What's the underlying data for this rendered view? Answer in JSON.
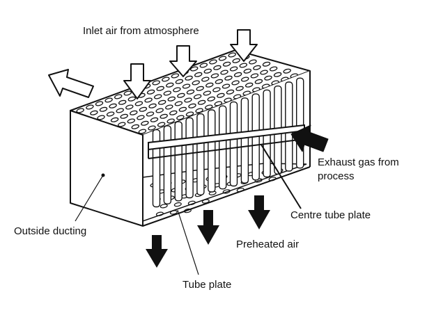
{
  "labels": {
    "inlet_air": "Inlet air from atmosphere",
    "exhaust_line1": "Exhaust gas from",
    "exhaust_line2": "process",
    "centre_tube_plate": "Centre tube plate",
    "outside_ducting": "Outside ducting",
    "preheated_air": "Preheated air",
    "tube_plate": "Tube plate"
  },
  "colors": {
    "ink": "#111111",
    "background": "#ffffff"
  }
}
